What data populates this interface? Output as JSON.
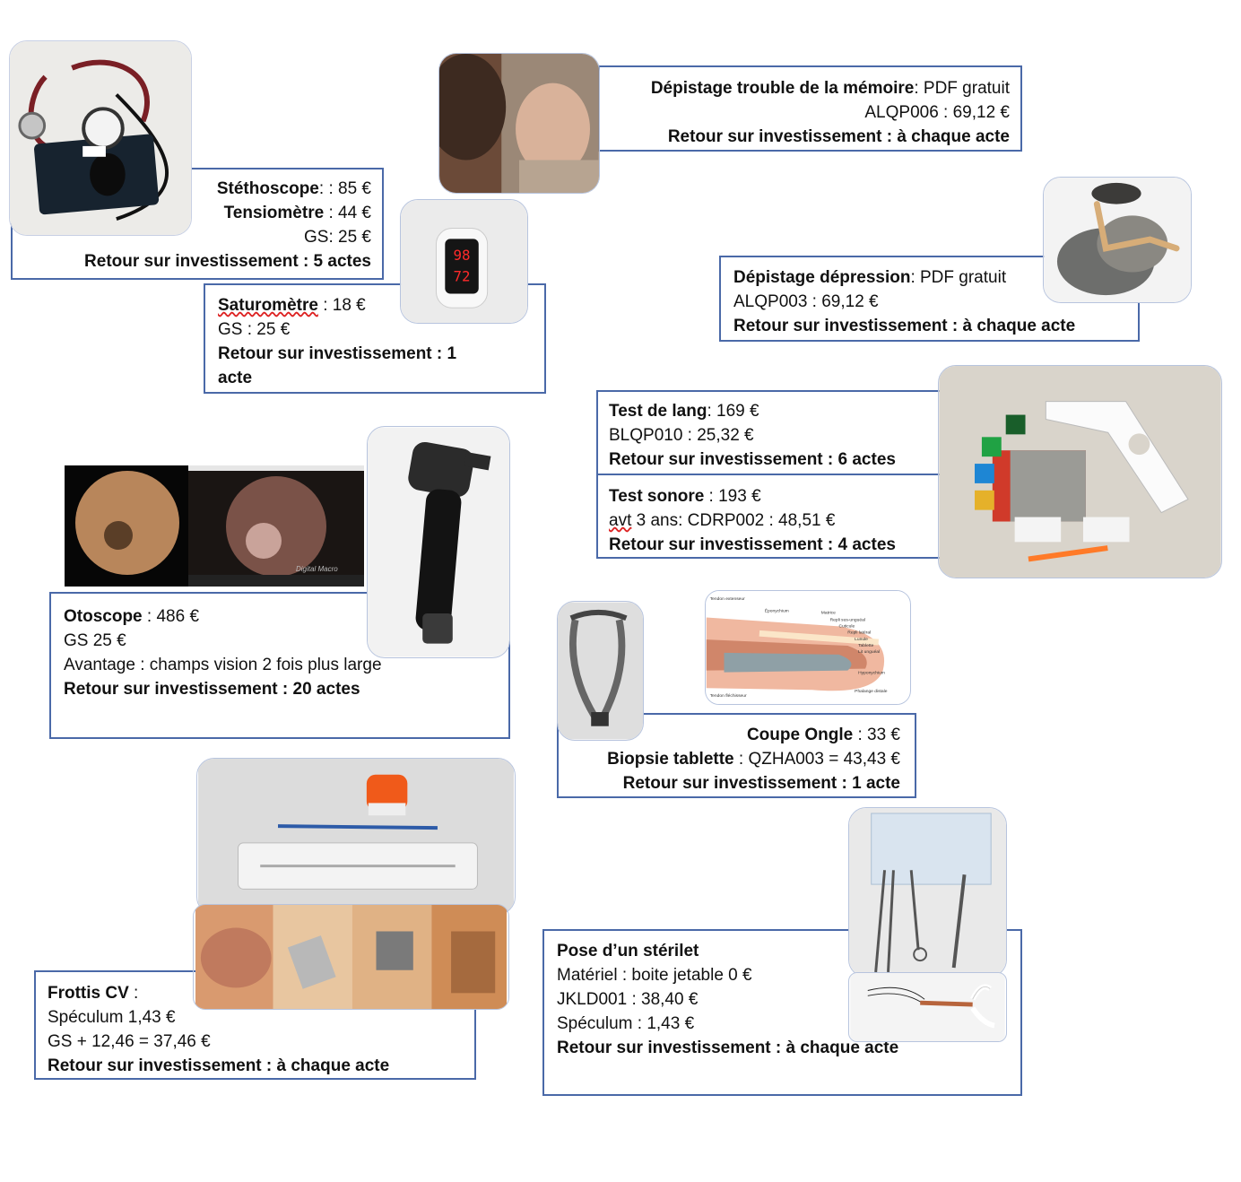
{
  "steth": {
    "l1_name": "Stéthoscope",
    "l1_rest": ":  : 85 €",
    "l2_name": "Tensiomètre",
    "l2_rest": " : 44 €",
    "l3": "GS: 25 €",
    "l4": "Retour sur investissement  : 5 actes"
  },
  "sat": {
    "l1_name": "Saturomètre",
    "l1_rest": " : 18 €",
    "l2": "GS : 25 €",
    "l3": "Retour sur investissement : 1",
    "l4": "acte"
  },
  "memoire": {
    "l1_name": "Dépistage trouble de la mémoire",
    "l1_rest": ": PDF gratuit",
    "l2": "ALQP006  : 69,12  €",
    "l3": "Retour sur investissement  : à chaque acte"
  },
  "depression": {
    "l1_name": "Dépistage dépression",
    "l1_rest": ":  PDF gratuit",
    "l2": "ALQP003   : 69,12  €",
    "l3": "Retour sur investissement  : à chaque acte"
  },
  "lang": {
    "l1_name": "Test de lang",
    "l1_rest": ": 169 €",
    "l2": "BLQP010  : 25,32  €",
    "l3": "Retour sur investissement  : 6 actes",
    "l4_name": "Test sonore",
    "l4_rest": " : 193 €",
    "l5_a": "avt",
    "l5_rest": " 3 ans: CDRP002 : 48,51 €",
    "l6": "Retour sur investissement  : 4 actes"
  },
  "oto": {
    "l1_name": "Otoscope",
    "l1_rest": "  : 486 €",
    "l2": "GS 25 €",
    "l3": "Avantage : champs vision 2 fois plus large",
    "l4": "Retour sur investissement  : 20 actes",
    "video_caption": "Digital Macro"
  },
  "ongle": {
    "l1_name": "Coupe Ongle",
    "l1_rest": " : 33 €",
    "l2_name": "Biopsie tablette",
    "l2_rest": " : QZHA003  = 43,43  €",
    "l3": "Retour sur investissement  : 1 acte",
    "diagram_labels": [
      "Tendon extenseur",
      "Éponychium",
      "Matrice",
      "Repli sus-unguéal",
      "Cuticule",
      "Repli latéral",
      "Lunule",
      "Tablette",
      "Lit unguéal",
      "Hyponychium",
      "Phalange distale",
      "Tendon fléchisseur"
    ]
  },
  "frottis": {
    "l1_name": "Frottis CV",
    "l1_rest": " :",
    "l2": "Spéculum 1,43  €",
    "l3": "GS + 12,46  = 37,46  €",
    "l4": "Retour sur investissement   : à chaque acte"
  },
  "sterilet": {
    "l1": "Pose d’un stérilet",
    "l2": "Matériel  : boite jetable 0 €",
    "l3": "JKLD001  : 38,40  €",
    "l4": "Spéculum : 1,43  €",
    "l5": "Retour sur investissement  : à chaque acte"
  },
  "oximeter_display": [
    "98",
    "72"
  ]
}
